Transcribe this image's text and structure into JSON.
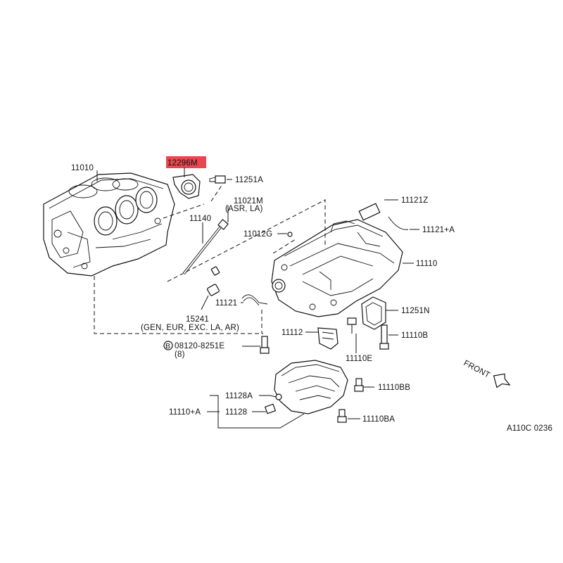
{
  "highlight": {
    "color": "#e8474f"
  },
  "labels": {
    "block": "11010",
    "seal": "12296M",
    "bolt_top": "11251A",
    "oil_gauge_label": "11021M",
    "oil_gauge_note": "(ASR, LA)",
    "dipstick": "11140",
    "plug": "11012G",
    "bracket_z": "11121Z",
    "bracket_a": "11121+A",
    "oil_pan_upper": "11110",
    "bracket_121": "11121",
    "sensor": "15241",
    "sensor_note": "(GEN, EUR, EXC. LA, AR)",
    "bolt_n": "11251N",
    "baffle": "11112",
    "bolt_b": "11110B",
    "bolt_e": "11110E",
    "circle_b": "B",
    "bolt_std": "08120-8251E",
    "bolt_std_qty": "(8)",
    "bolt_a": "11128A",
    "drain": "11128",
    "pan_lower": "11110+A",
    "bolt_bb": "11110BB",
    "bolt_ba": "11110BA",
    "front": "FRONT",
    "figure_code": "A110C 0236"
  }
}
